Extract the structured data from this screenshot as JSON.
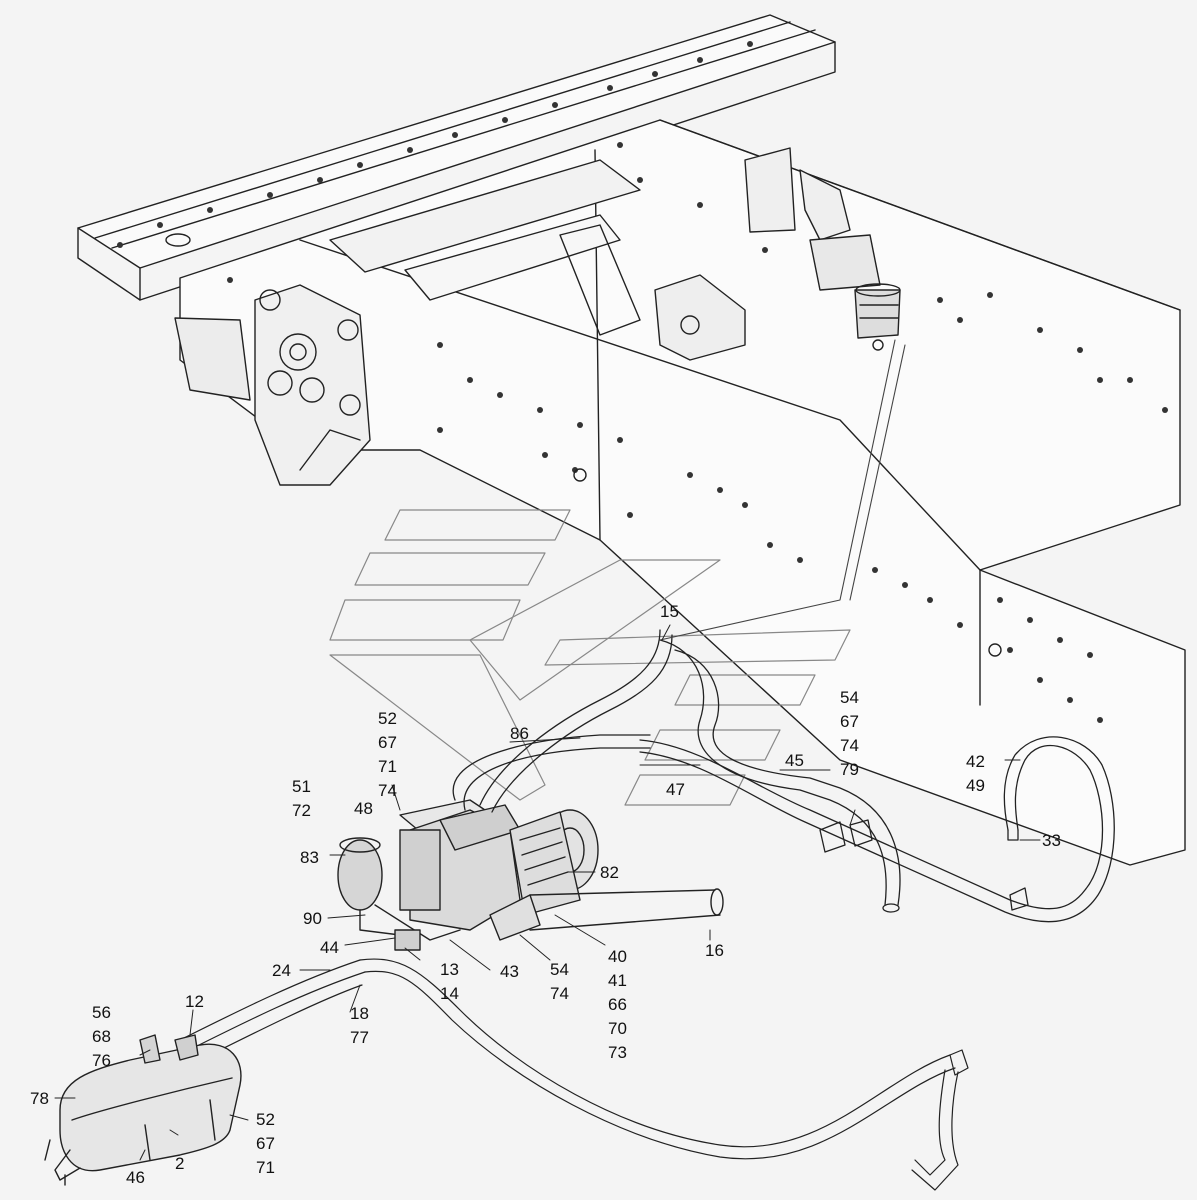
{
  "callouts": [
    {
      "id": "c15",
      "text": "15"
    },
    {
      "id": "c52a",
      "text": "52\n67\n71\n74"
    },
    {
      "id": "c86",
      "text": "86"
    },
    {
      "id": "c54a",
      "text": "54\n67\n74\n79"
    },
    {
      "id": "c45",
      "text": "45"
    },
    {
      "id": "c47",
      "text": "47"
    },
    {
      "id": "c42",
      "text": "42\n49"
    },
    {
      "id": "c33",
      "text": "33"
    },
    {
      "id": "c51",
      "text": "51\n72"
    },
    {
      "id": "c48",
      "text": "48"
    },
    {
      "id": "c83",
      "text": "83"
    },
    {
      "id": "c82",
      "text": "82"
    },
    {
      "id": "c90",
      "text": "90"
    },
    {
      "id": "c44",
      "text": "44"
    },
    {
      "id": "c13",
      "text": "13\n14"
    },
    {
      "id": "c43",
      "text": "43"
    },
    {
      "id": "c54b",
      "text": "54\n74"
    },
    {
      "id": "c40",
      "text": "40\n41\n66\n70\n73"
    },
    {
      "id": "c16",
      "text": "16"
    },
    {
      "id": "c24",
      "text": "24"
    },
    {
      "id": "c12",
      "text": "12"
    },
    {
      "id": "c18",
      "text": "18\n77"
    },
    {
      "id": "c56",
      "text": "56\n68\n76"
    },
    {
      "id": "c78",
      "text": "78"
    },
    {
      "id": "c52b",
      "text": "52\n67\n71"
    },
    {
      "id": "c2",
      "text": "2"
    },
    {
      "id": "c46",
      "text": "46"
    }
  ]
}
